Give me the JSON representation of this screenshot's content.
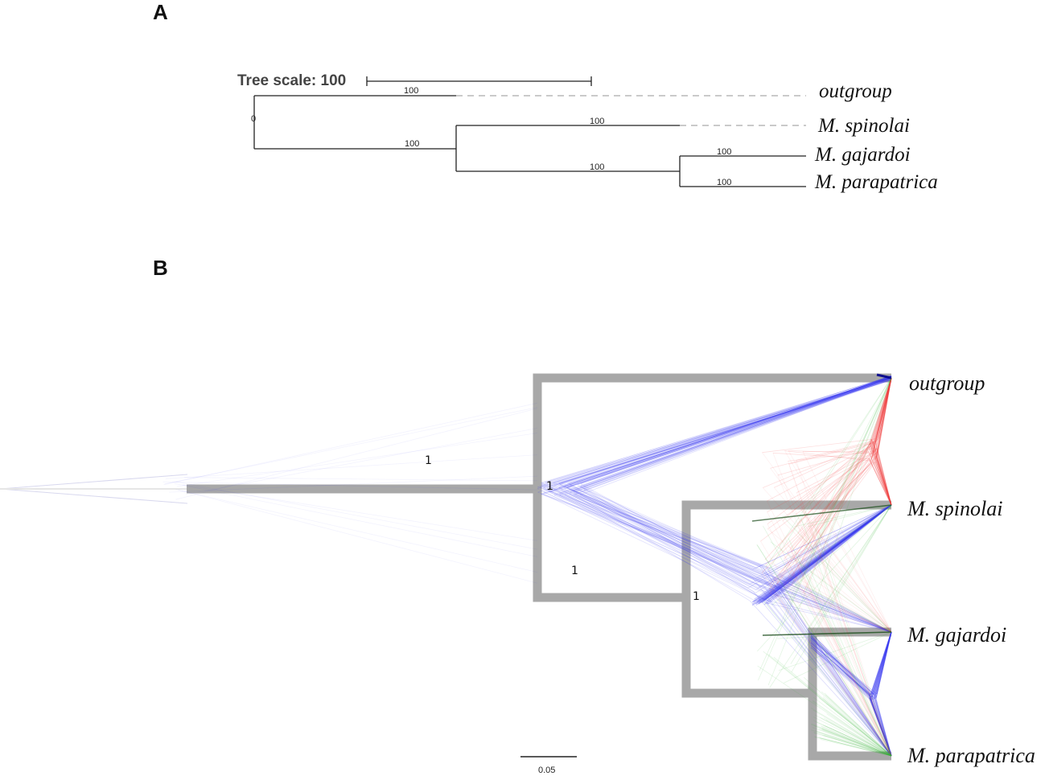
{
  "panel_a": {
    "letter": "A",
    "tree_scale_label": "Tree scale: 100",
    "root_label": "0",
    "taxa": [
      "outgroup",
      "M. spinolai",
      "M. gajardoi",
      "M. parapatrica"
    ],
    "branch_supports": {
      "outgroup": "100",
      "ingroup": "100",
      "spinolai": "100",
      "gajardoi_parapatrica": "100",
      "gajardoi": "100",
      "parapatrica": "100"
    }
  },
  "panel_b": {
    "letter": "B",
    "taxa": [
      "outgroup",
      "M. spinolai",
      "M. gajardoi",
      "M. parapatrica"
    ],
    "posterior_supports": {
      "root_branch": "1",
      "root_node": "1",
      "ingroup_branch": "1",
      "ingroup_node": "1"
    },
    "scale_bar_label": "0.05",
    "colors": {
      "consensus_tree": "#a8a8a8",
      "topology_1": "#3a3af0",
      "topology_2": "#f03a3a",
      "topology_3": "#3ab83a"
    }
  }
}
